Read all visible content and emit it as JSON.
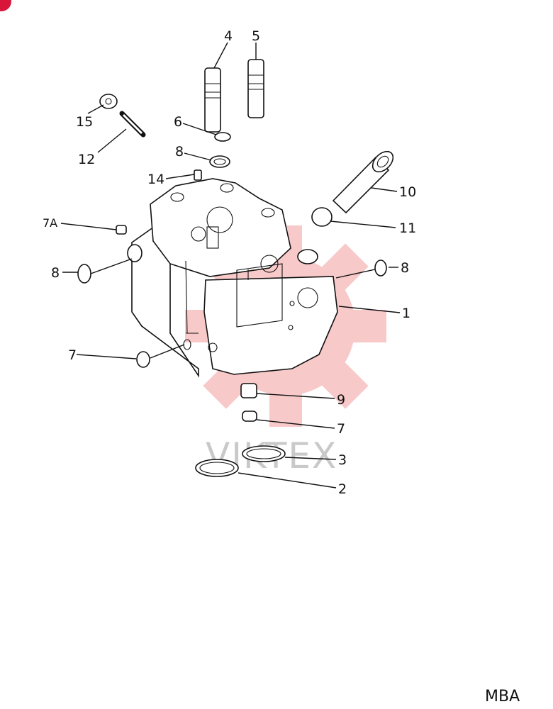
{
  "diagram": {
    "code": "MBA",
    "watermark": "VIKTEX",
    "accent_color": "#d8163a",
    "watermark_color": "#f08a8a",
    "callouts": {
      "c4": "4",
      "c5": "5",
      "c15": "15",
      "c12": "12",
      "c6": "6",
      "c8a": "8",
      "c14": "14",
      "c10": "10",
      "c11": "11",
      "c7a": "7A",
      "c8b": "8",
      "c8c": "8",
      "c1": "1",
      "c7b": "7",
      "c9": "9",
      "c7c": "7",
      "c3": "3",
      "c2": "2"
    }
  }
}
